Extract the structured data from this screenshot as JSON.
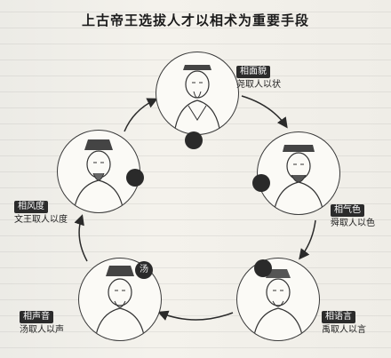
{
  "title": "上古帝王选拔人才以相术为重要手段",
  "nodes": [
    {
      "tag": "相面貌",
      "caption": "尧取人以状"
    },
    {
      "tag": "相气色",
      "caption": "舜取人以色"
    },
    {
      "tag": "相语言",
      "caption": "禹取人以言"
    },
    {
      "tag": "相声音",
      "caption": "汤取人以声"
    },
    {
      "tag": "相风度",
      "caption": "文王取人以度"
    }
  ],
  "seals": [
    "",
    "",
    "",
    "汤",
    ""
  ]
}
